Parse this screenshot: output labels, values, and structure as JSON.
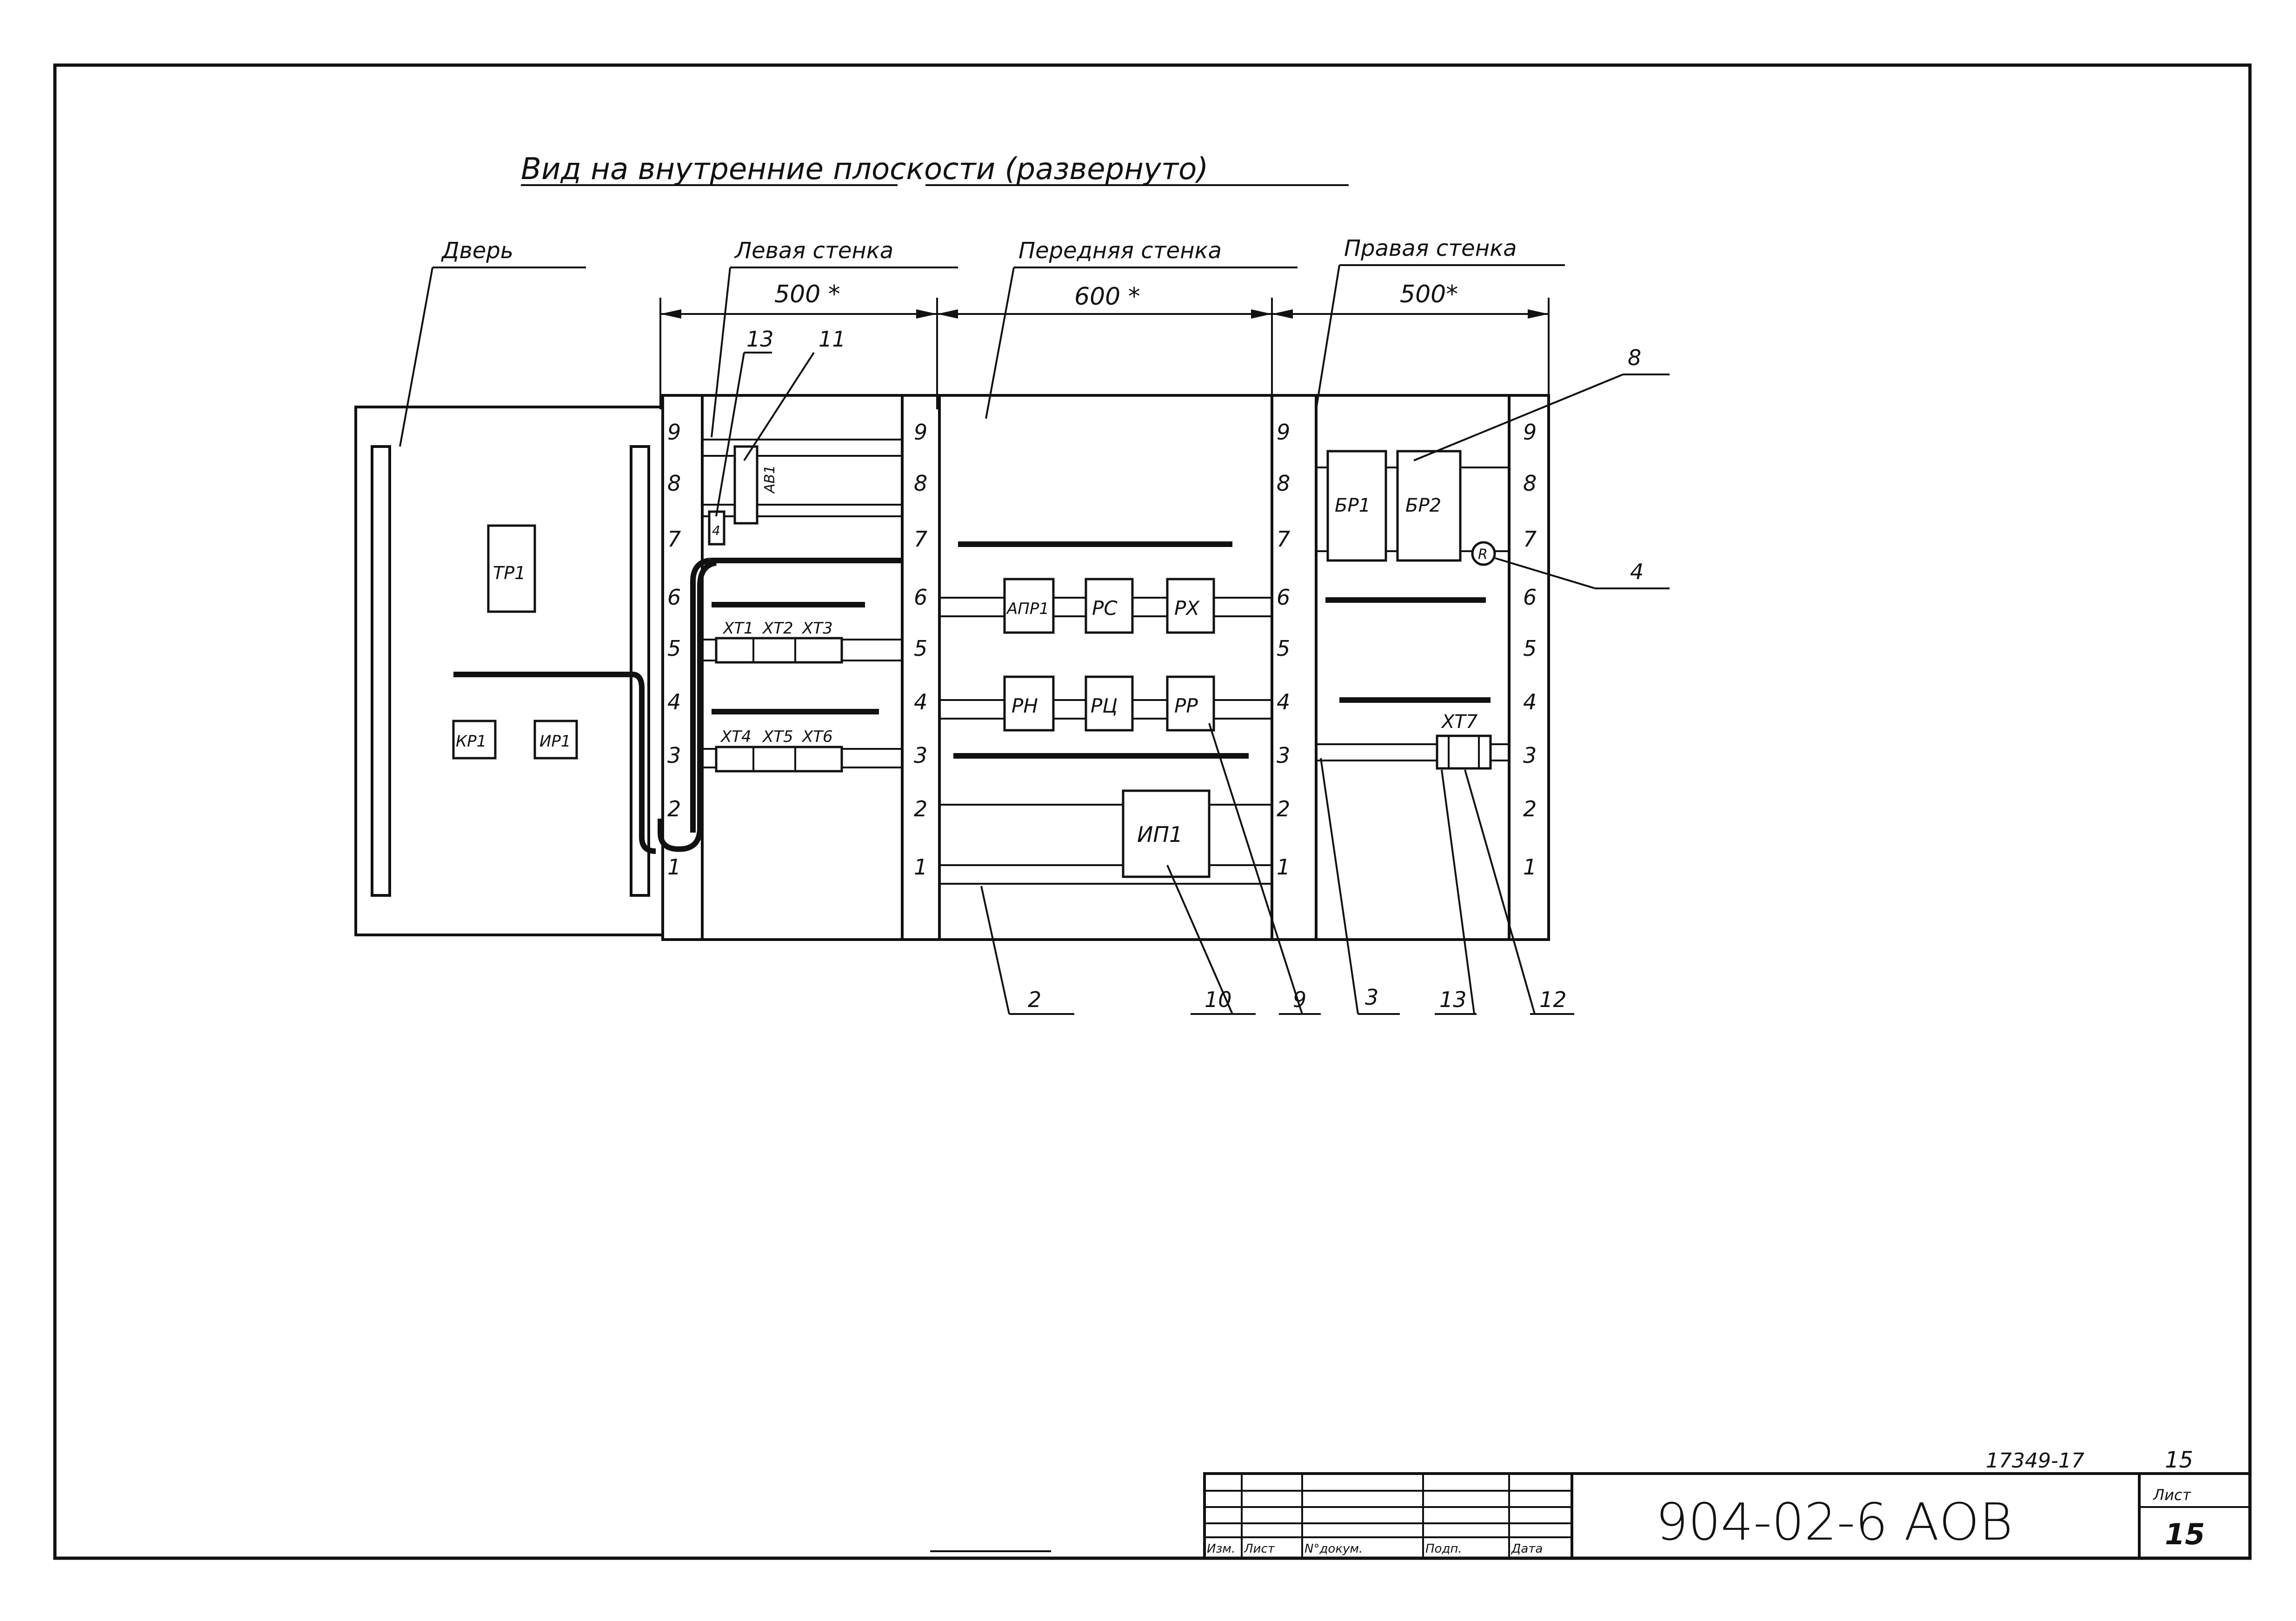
{
  "title": "Вид на внутренние плоскости (развернуто)",
  "sections": {
    "door": "Дверь",
    "left_wall": "Левая стенка",
    "front_wall": "Передняя стенка",
    "right_wall": "Правая стенка"
  },
  "dimensions": {
    "left": "500 *",
    "front": "600 *",
    "right": "500*"
  },
  "rail_numbers": [
    "1",
    "2",
    "3",
    "4",
    "5",
    "6",
    "7",
    "8",
    "9"
  ],
  "door_devices": {
    "tp1": "ТР1",
    "kp1": "КР1",
    "ip1": "ИР1"
  },
  "left_devices": {
    "xt1": "ХТ1",
    "xt2": "ХТ2",
    "xt3": "ХТ3",
    "xt4": "ХТ4",
    "xt5": "ХТ5",
    "xt6": "ХТ6",
    "av1": "АВ1",
    "small": "4"
  },
  "front_devices": {
    "apr1": "АПР1",
    "rs": "РС",
    "rx": "РХ",
    "rn": "РН",
    "rc": "РЦ",
    "rr": "РР",
    "ip1": "ИП1"
  },
  "right_devices": {
    "br1": "БР1",
    "br2": "БР2",
    "r": "R",
    "xt7": "ХТ7"
  },
  "callouts": {
    "c13_left": "13",
    "c11": "11",
    "c8": "8",
    "c4": "4",
    "c2": "2",
    "c10": "10",
    "c9": "9",
    "c3": "3",
    "c13": "13",
    "c12": "12"
  },
  "title_block": {
    "inv_number": "17349-17",
    "sheet_number_top": "15",
    "designation": "904-02-6 АОВ",
    "sheet_label": "Лист",
    "sheet_value": "15",
    "columns": [
      "Изм.",
      "Лист",
      "N°докум.",
      "Подп.",
      "Дата"
    ]
  }
}
